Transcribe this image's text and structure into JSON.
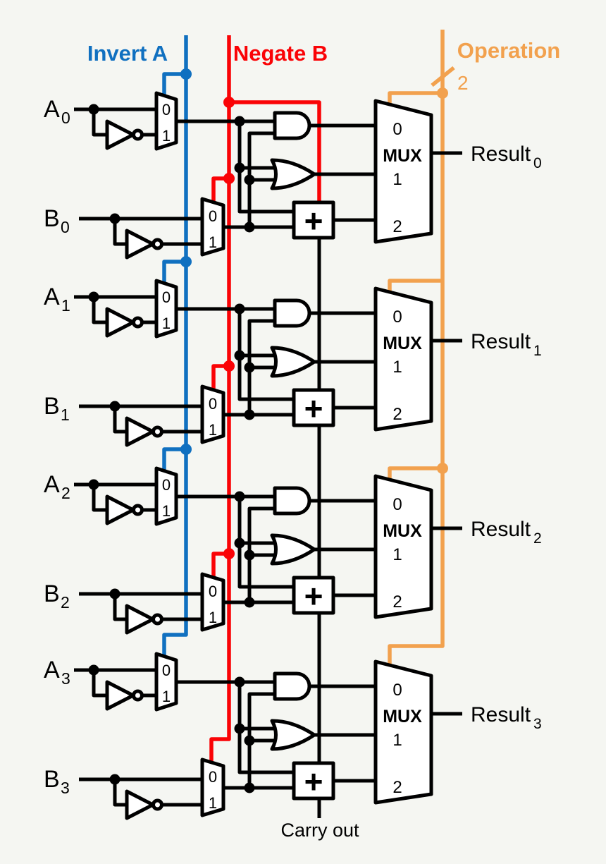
{
  "header": {
    "invert_a_label": "Invert A",
    "negate_b_label": "Negate B",
    "operation_label": "Operation",
    "operation_bus_width": "2"
  },
  "footer": {
    "carry_out_label": "Carry out"
  },
  "colors": {
    "invert_a_blue": "#1070C0",
    "negate_b_red": "#FA0306",
    "operation_orange": "#F2A14E",
    "wire_black": "#000000",
    "background": "#F5F6F2"
  },
  "slices": [
    {
      "a_label": "A",
      "a_sub": "0",
      "b_label": "B",
      "b_sub": "0",
      "a_mux": {
        "in0": "0",
        "in1": "1"
      },
      "b_mux": {
        "in0": "0",
        "in1": "1"
      },
      "adder_symbol": "+",
      "result_mux": {
        "in0": "0",
        "label": "MUX",
        "in1": "1",
        "in2": "2"
      },
      "result_label": "Result",
      "result_sub": "0"
    },
    {
      "a_label": "A",
      "a_sub": "1",
      "b_label": "B",
      "b_sub": "1",
      "a_mux": {
        "in0": "0",
        "in1": "1"
      },
      "b_mux": {
        "in0": "0",
        "in1": "1"
      },
      "adder_symbol": "+",
      "result_mux": {
        "in0": "0",
        "label": "MUX",
        "in1": "1",
        "in2": "2"
      },
      "result_label": "Result",
      "result_sub": "1"
    },
    {
      "a_label": "A",
      "a_sub": "2",
      "b_label": "B",
      "b_sub": "2",
      "a_mux": {
        "in0": "0",
        "in1": "1"
      },
      "b_mux": {
        "in0": "0",
        "in1": "1"
      },
      "adder_symbol": "+",
      "result_mux": {
        "in0": "0",
        "label": "MUX",
        "in1": "1",
        "in2": "2"
      },
      "result_label": "Result",
      "result_sub": "2"
    },
    {
      "a_label": "A",
      "a_sub": "3",
      "b_label": "B",
      "b_sub": "3",
      "a_mux": {
        "in0": "0",
        "in1": "1"
      },
      "b_mux": {
        "in0": "0",
        "in1": "1"
      },
      "adder_symbol": "+",
      "result_mux": {
        "in0": "0",
        "label": "MUX",
        "in1": "1",
        "in2": "2"
      },
      "result_label": "Result",
      "result_sub": "3"
    }
  ]
}
